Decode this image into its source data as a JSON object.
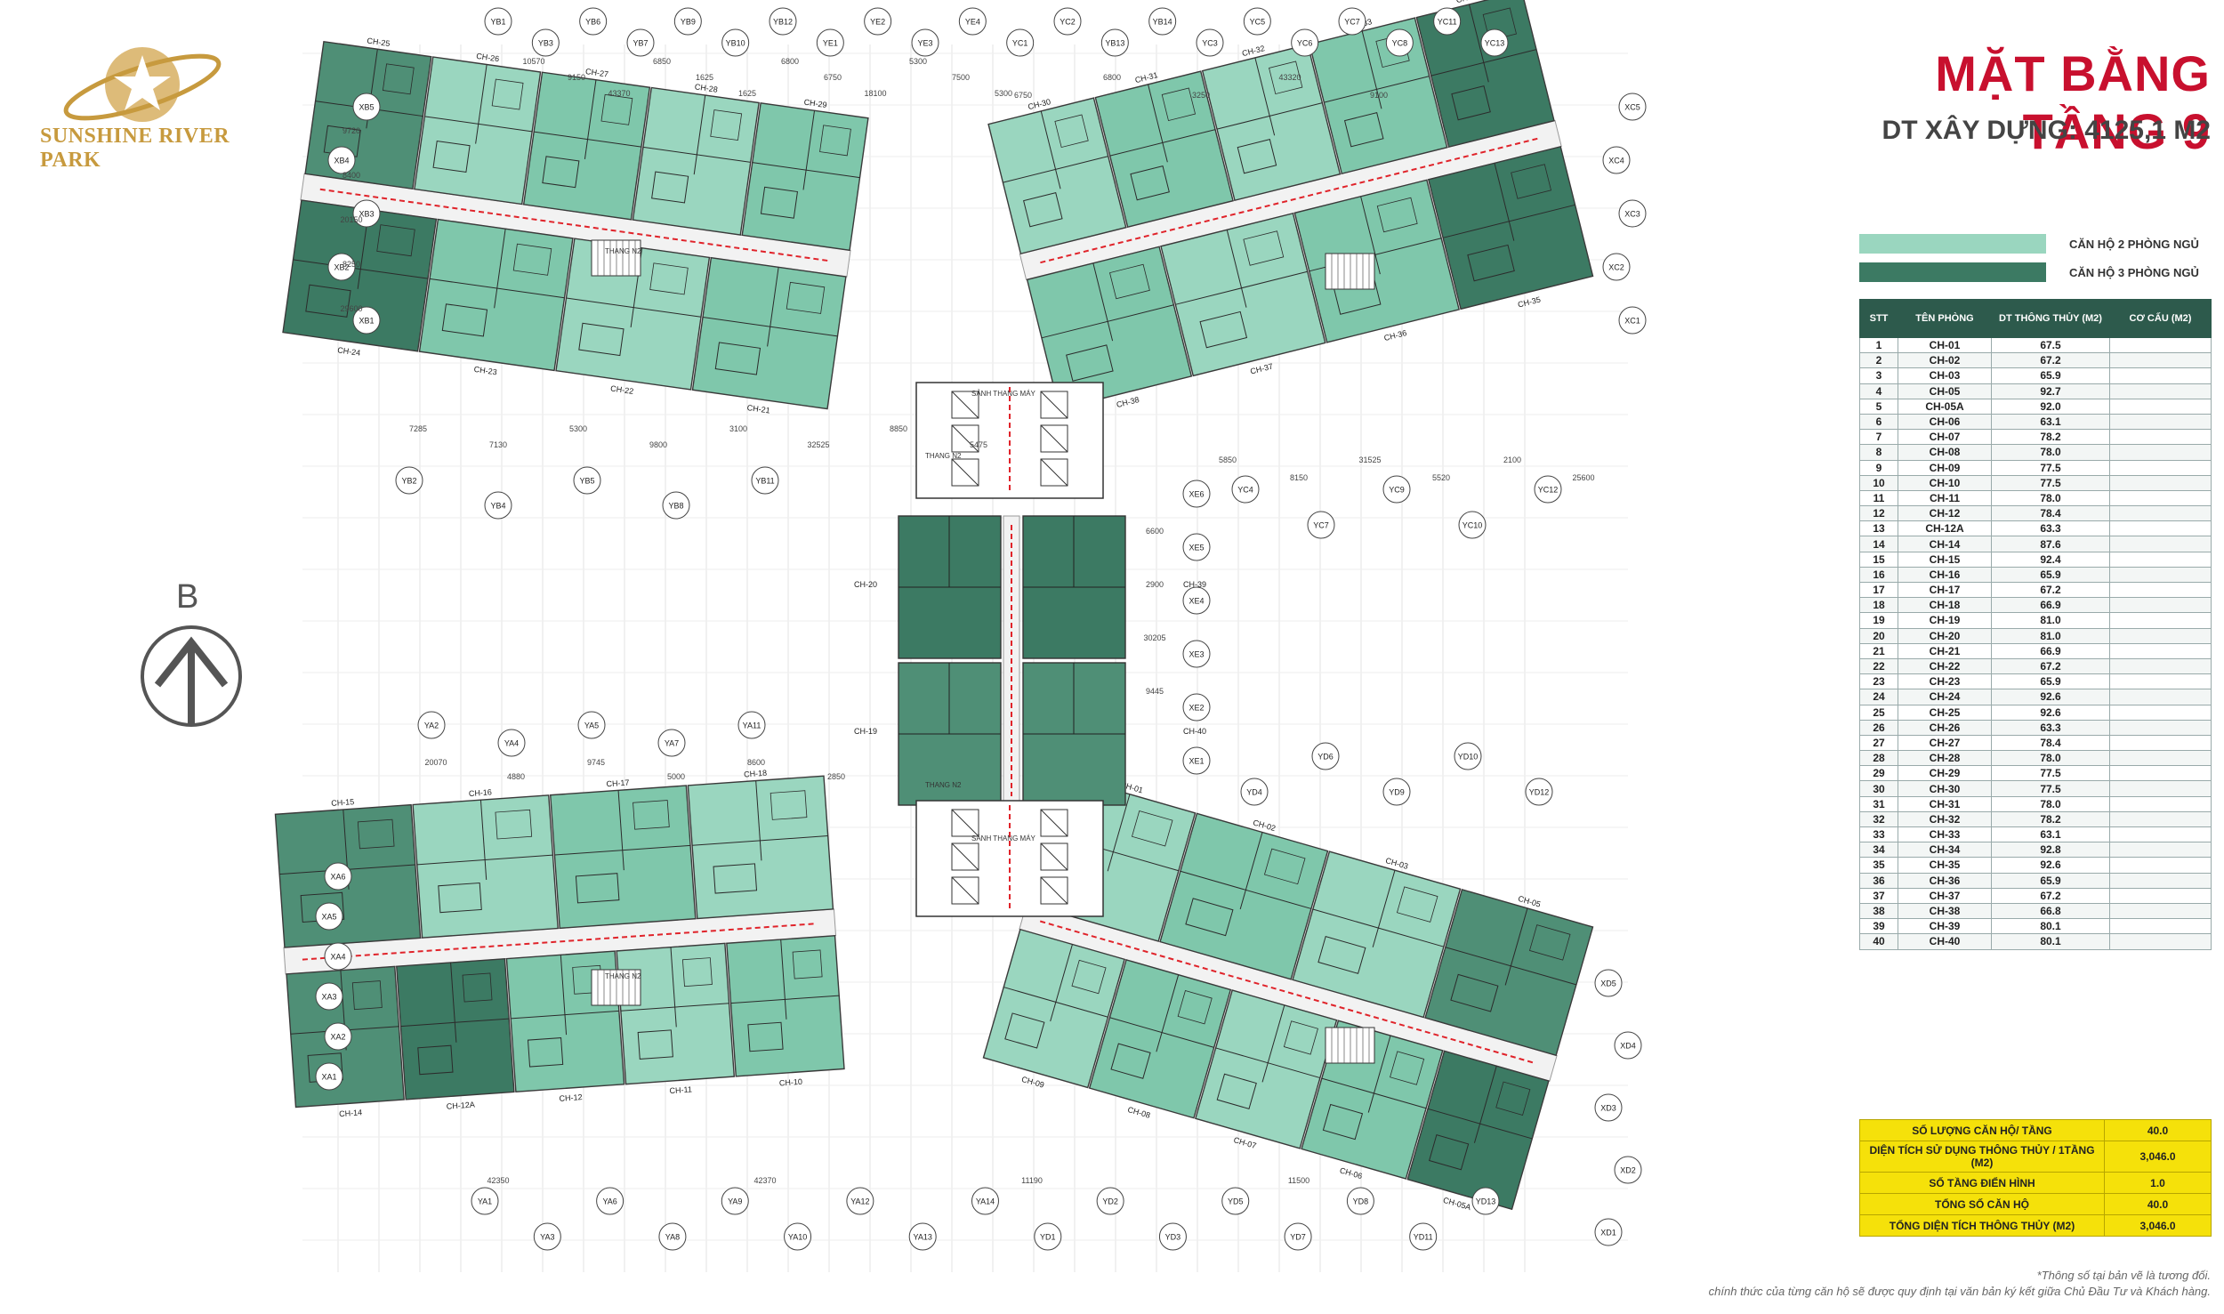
{
  "brand": {
    "name": "SUNSHINE RIVER PARK",
    "logo_icon": "planet-star-logo"
  },
  "header": {
    "title": "MẶT BẰNG TẦNG 9",
    "subtitle": "DT XÂY DỰNG: 4125,1 M2"
  },
  "compass": {
    "label": "B",
    "icon": "north-arrow-icon"
  },
  "legend": [
    {
      "label": "CĂN HỘ 2 PHÒNG NGỦ",
      "color": "#9ad6bf"
    },
    {
      "label": "CĂN HỘ 3 PHÒNG NGỦ",
      "color": "#3c7a63"
    }
  ],
  "colors": {
    "two_bed": "#9ad6bf",
    "two_bed_alt": "#7fc7ab",
    "three_bed": "#3c7a63",
    "three_bed_alt": "#4f8f76",
    "accent": "#c8102e"
  },
  "table": {
    "headers": [
      "STT",
      "TÊN PHÒNG",
      "DT THÔNG THỦY (M2)",
      "CƠ CẤU (M2)"
    ],
    "rows": [
      [
        "1",
        "CH-01",
        "67.5",
        ""
      ],
      [
        "2",
        "CH-02",
        "67.2",
        ""
      ],
      [
        "3",
        "CH-03",
        "65.9",
        ""
      ],
      [
        "4",
        "CH-05",
        "92.7",
        ""
      ],
      [
        "5",
        "CH-05A",
        "92.0",
        ""
      ],
      [
        "6",
        "CH-06",
        "63.1",
        ""
      ],
      [
        "7",
        "CH-07",
        "78.2",
        ""
      ],
      [
        "8",
        "CH-08",
        "78.0",
        ""
      ],
      [
        "9",
        "CH-09",
        "77.5",
        ""
      ],
      [
        "10",
        "CH-10",
        "77.5",
        ""
      ],
      [
        "11",
        "CH-11",
        "78.0",
        ""
      ],
      [
        "12",
        "CH-12",
        "78.4",
        ""
      ],
      [
        "13",
        "CH-12A",
        "63.3",
        ""
      ],
      [
        "14",
        "CH-14",
        "87.6",
        ""
      ],
      [
        "15",
        "CH-15",
        "92.4",
        ""
      ],
      [
        "16",
        "CH-16",
        "65.9",
        ""
      ],
      [
        "17",
        "CH-17",
        "67.2",
        ""
      ],
      [
        "18",
        "CH-18",
        "66.9",
        ""
      ],
      [
        "19",
        "CH-19",
        "81.0",
        ""
      ],
      [
        "20",
        "CH-20",
        "81.0",
        ""
      ],
      [
        "21",
        "CH-21",
        "66.9",
        ""
      ],
      [
        "22",
        "CH-22",
        "67.2",
        ""
      ],
      [
        "23",
        "CH-23",
        "65.9",
        ""
      ],
      [
        "24",
        "CH-24",
        "92.6",
        ""
      ],
      [
        "25",
        "CH-25",
        "92.6",
        ""
      ],
      [
        "26",
        "CH-26",
        "63.3",
        ""
      ],
      [
        "27",
        "CH-27",
        "78.4",
        ""
      ],
      [
        "28",
        "CH-28",
        "78.0",
        ""
      ],
      [
        "29",
        "CH-29",
        "77.5",
        ""
      ],
      [
        "30",
        "CH-30",
        "77.5",
        ""
      ],
      [
        "31",
        "CH-31",
        "78.0",
        ""
      ],
      [
        "32",
        "CH-32",
        "78.2",
        ""
      ],
      [
        "33",
        "CH-33",
        "63.1",
        ""
      ],
      [
        "34",
        "CH-34",
        "92.8",
        ""
      ],
      [
        "35",
        "CH-35",
        "92.6",
        ""
      ],
      [
        "36",
        "CH-36",
        "65.9",
        ""
      ],
      [
        "37",
        "CH-37",
        "67.2",
        ""
      ],
      [
        "38",
        "CH-38",
        "66.8",
        ""
      ],
      [
        "39",
        "CH-39",
        "80.1",
        ""
      ],
      [
        "40",
        "CH-40",
        "80.1",
        ""
      ]
    ]
  },
  "summary": [
    {
      "label": "SỐ LƯỢNG CĂN HỘ/ TẦNG",
      "value": "40.0"
    },
    {
      "label": "DIỆN TÍCH SỬ DỤNG THÔNG THỦY / 1TẦNG (M2)",
      "value": "3,046.0"
    },
    {
      "label": "SỐ TẦNG ĐIỂN HÌNH",
      "value": "1.0"
    },
    {
      "label": "TỔNG SỐ CĂN HỘ",
      "value": "40.0"
    },
    {
      "label": "TỔNG DIỆN TÍCH THÔNG THỦY (M2)",
      "value": "3,046.0"
    }
  ],
  "note": {
    "line1": "*Thông số tại bản vẽ là tương đối.",
    "line2": "chính thức của từng căn hộ sẽ được quy định tại văn bản ký kết giữa Chủ Đầu Tư và Khách hàng."
  },
  "plan": {
    "axes_top": [
      "YB1",
      "YB3",
      "YB6",
      "YB7",
      "YB9",
      "YB10",
      "YB12",
      "YE1",
      "YE2",
      "YE3",
      "YE4",
      "YC1",
      "YC2",
      "YB13",
      "YB14",
      "YC3",
      "YC5",
      "YC6",
      "YC7",
      "YC8",
      "YC11",
      "YC13"
    ],
    "axes_left": [
      "XB5",
      "XB4",
      "XB3",
      "XB2",
      "XB1",
      "XA6",
      "XA5",
      "XA4",
      "XA3",
      "XA2",
      "XA1"
    ],
    "axes_right": [
      "XC5",
      "XC4",
      "XC3",
      "XC2",
      "XC1",
      "XE6",
      "XE5",
      "XE4",
      "XE3",
      "XE2",
      "XE1",
      "XD5",
      "XD4",
      "XD3",
      "XD2",
      "XD1"
    ],
    "axes_bottom": [
      "YA1",
      "YA3",
      "YA6",
      "YA8",
      "YA9",
      "YA10",
      "YA12",
      "YA13",
      "YA14",
      "YD1",
      "YD2",
      "YD3",
      "YD5",
      "YD7",
      "YD8",
      "YD11",
      "YD13"
    ],
    "axes_mid": [
      "YB2",
      "YB4",
      "YB5",
      "YB8",
      "YB11",
      "YC4",
      "YC7",
      "YC9",
      "YC10",
      "YC12",
      "YA2",
      "YA4",
      "YA5",
      "YA7",
      "YA11",
      "YD4",
      "YD6",
      "YD9",
      "YD10",
      "YD12"
    ],
    "dimensions": [
      "10570",
      "9150",
      "43370",
      "6850",
      "1625",
      "1625",
      "6800",
      "6750",
      "18100",
      "5300",
      "7500",
      "5300",
      "6750",
      "6800",
      "3250",
      "43320",
      "9100",
      "9720",
      "8400",
      "20150",
      "8250",
      "29600",
      "7285",
      "7130",
      "5300",
      "9800",
      "3100",
      "32525",
      "8850",
      "5475",
      "5850",
      "8150",
      "31525",
      "5520",
      "2100",
      "25600",
      "6600",
      "2900",
      "30205",
      "9445",
      "20070",
      "4880",
      "9745",
      "5000",
      "8600",
      "2850",
      "42350",
      "42370",
      "11190",
      "11500"
    ],
    "labels": {
      "lift_lobby_top": "SẢNH THANG MÁY",
      "lift_lobby_bottom": "SẢNH THANG MÁY",
      "stair_1": "THANG N2",
      "stair_2": "THANG N2",
      "stair_3": "THANG N2",
      "stair_4": "THANG N2"
    },
    "units": [
      {
        "id": "CH-25",
        "type": 3
      },
      {
        "id": "CH-26",
        "type": 2
      },
      {
        "id": "CH-27",
        "type": 2
      },
      {
        "id": "CH-28",
        "type": 2
      },
      {
        "id": "CH-29",
        "type": 2
      },
      {
        "id": "CH-24",
        "type": 3
      },
      {
        "id": "CH-23",
        "type": 2
      },
      {
        "id": "CH-22",
        "type": 2
      },
      {
        "id": "CH-21",
        "type": 2
      },
      {
        "id": "CH-30",
        "type": 2
      },
      {
        "id": "CH-31",
        "type": 2
      },
      {
        "id": "CH-32",
        "type": 2
      },
      {
        "id": "CH-33",
        "type": 2
      },
      {
        "id": "CH-34",
        "type": 3
      },
      {
        "id": "CH-38",
        "type": 2
      },
      {
        "id": "CH-37",
        "type": 2
      },
      {
        "id": "CH-36",
        "type": 2
      },
      {
        "id": "CH-35",
        "type": 3
      },
      {
        "id": "CH-20",
        "type": 3
      },
      {
        "id": "CH-19",
        "type": 3
      },
      {
        "id": "CH-39",
        "type": 3
      },
      {
        "id": "CH-40",
        "type": 3
      },
      {
        "id": "CH-15",
        "type": 3
      },
      {
        "id": "CH-16",
        "type": 2
      },
      {
        "id": "CH-17",
        "type": 2
      },
      {
        "id": "CH-18",
        "type": 2
      },
      {
        "id": "CH-14",
        "type": 3
      },
      {
        "id": "CH-12A",
        "type": 3
      },
      {
        "id": "CH-12",
        "type": 2
      },
      {
        "id": "CH-11",
        "type": 2
      },
      {
        "id": "CH-10",
        "type": 2
      },
      {
        "id": "CH-01",
        "type": 2
      },
      {
        "id": "CH-02",
        "type": 2
      },
      {
        "id": "CH-03",
        "type": 2
      },
      {
        "id": "CH-05",
        "type": 3
      },
      {
        "id": "CH-09",
        "type": 2
      },
      {
        "id": "CH-08",
        "type": 2
      },
      {
        "id": "CH-07",
        "type": 2
      },
      {
        "id": "CH-06",
        "type": 2
      },
      {
        "id": "CH-05A",
        "type": 3
      }
    ]
  }
}
